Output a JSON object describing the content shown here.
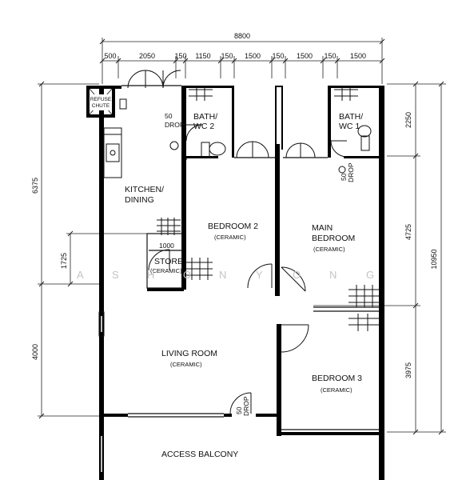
{
  "rooms": {
    "kitchen_l1": "KITCHEN/",
    "kitchen_l2": "DINING",
    "bedroom2": "BEDROOM 2",
    "bedroom2_floor": "(CERAMIC)",
    "main_l1": "MAIN",
    "main_l2": "BEDROOM",
    "main_floor": "(CERAMIC)",
    "store": "STORE",
    "store_floor": "(CERAMIC)",
    "store_width": "1000",
    "living": "LIVING ROOM",
    "living_floor": "(CERAMIC)",
    "bedroom3": "BEDROOM 3",
    "bedroom3_floor": "(CERAMIC)",
    "balcony": "ACCESS BALCONY",
    "bath2_l1": "BATH/",
    "bath2_l2": "WC 2",
    "bath1_l1": "BATH/",
    "bath1_l2": "WC 1",
    "refuse_l1": "REFUSE",
    "refuse_l2": "CHUTE"
  },
  "drops": {
    "bath2_num": "50",
    "bath2_word": "DROP",
    "bath1_num": "50",
    "bath1_word": "DROP",
    "living_num": "50",
    "living_word": "DROP"
  },
  "dimensions": {
    "top_total": "8800",
    "top_segments": [
      "500",
      "2050",
      "150",
      "1150",
      "150",
      "1500",
      "150",
      "1500",
      "150",
      "1500"
    ],
    "left_upper": "6375",
    "left_mid": "1725",
    "left_lower": "4000",
    "right_a": "2250",
    "right_b": "4725",
    "right_c": "3975",
    "right_total": "10950"
  },
  "watermark": [
    "A",
    "S",
    "H",
    "O",
    "N",
    "Y",
    "O",
    "N",
    "G"
  ]
}
